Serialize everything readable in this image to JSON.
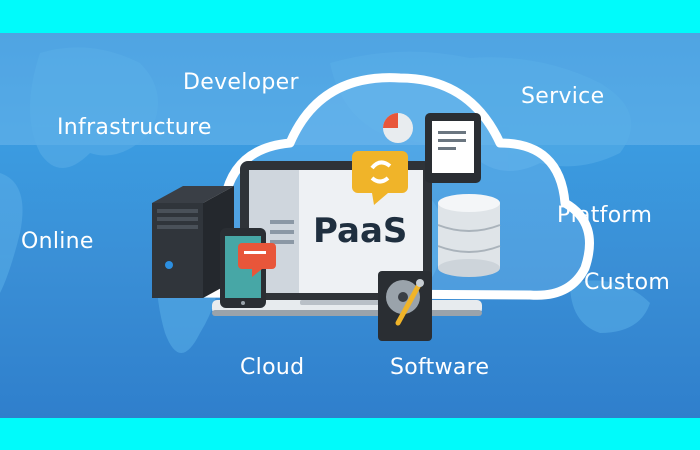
{
  "words": {
    "developer": "Developer",
    "infrastructure": "Infrastructure",
    "service": "Service",
    "online": "Online",
    "platform": "Platform",
    "custom": "Custom",
    "cloud": "Cloud",
    "software": "Software"
  },
  "center": {
    "label": "PaaS"
  },
  "colors": {
    "frame": "#00fbfb",
    "background": "#3b9be0",
    "cloud_outline": "#ffffff",
    "chat_bubble": "#f0b429",
    "phone_bubble": "#e8563a"
  },
  "icons": [
    "world-map",
    "cloud-outline",
    "laptop-icon",
    "server-tower-icon",
    "smartphone-icon",
    "chat-bubble-icon",
    "database-icon",
    "hard-drive-icon",
    "document-tablet-icon",
    "pie-chart-icon"
  ]
}
